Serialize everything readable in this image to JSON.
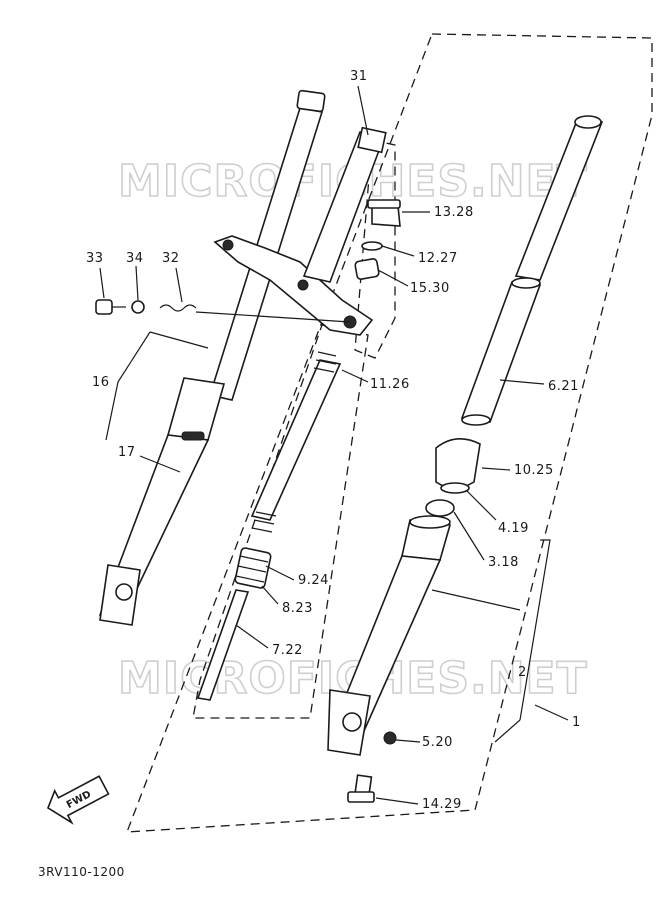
{
  "watermark": "MICROFICHES.NET",
  "diagram_code": "3RV110-1200",
  "fwd_label": "FWD",
  "callouts": {
    "c31": "31",
    "c13_28": "13.28",
    "c12_27": "12.27",
    "c15_30": "15.30",
    "c33": "33",
    "c34": "34",
    "c32": "32",
    "c16": "16",
    "c17": "17",
    "c11_26": "11.26",
    "c6_21": "6.21",
    "c10_25": "10.25",
    "c4_19": "4.19",
    "c3_18": "3.18",
    "c9_24": "9.24",
    "c8_23": "8.23",
    "c7_22": "7.22",
    "c2": "2",
    "c1": "1",
    "c5_20": "5.20",
    "c14_29": "14.29"
  }
}
